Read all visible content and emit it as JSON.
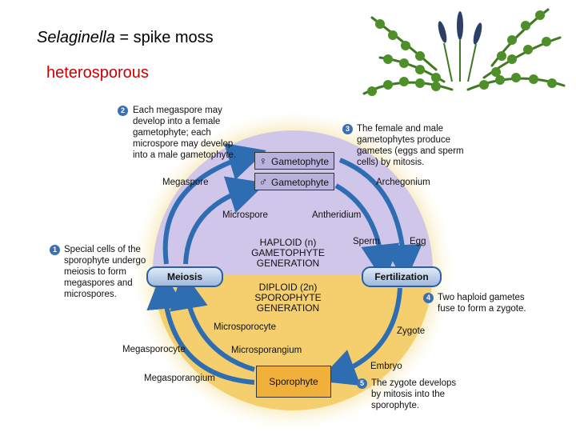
{
  "title": {
    "genus": "Selaginella",
    "rest": " = spike moss"
  },
  "subtitle": "heterosporous",
  "generations": {
    "haploid": [
      "HAPLOID (n)",
      "GAMETOPHYTE",
      "GENERATION"
    ],
    "diploid": [
      "DIPLOID (2n)",
      "SPOROPHYTE",
      "GENERATION"
    ]
  },
  "nodes": {
    "meiosis": "Meiosis",
    "fertilization": "Fertilization",
    "female_gametophyte": "Gametophyte",
    "male_gametophyte": "Gametophyte",
    "female_symbol": "♀",
    "male_symbol": "♂",
    "sporophyte": "Sporophyte"
  },
  "labels": {
    "megaspore": "Megaspore",
    "microspore": "Microspore",
    "antheridium": "Antheridium",
    "archegonium": "Archegonium",
    "sperm": "Sperm",
    "egg": "Egg",
    "zygote": "Zygote",
    "embryo": "Embryo",
    "microsporocyte": "Microsporocyte",
    "megasporocyte": "Megasporocyte",
    "microsporangium": "Microsporangium",
    "megasporangium": "Megasporangium"
  },
  "steps": [
    {
      "num": "1",
      "lines": [
        "Special cells of the",
        "sporophyte undergo",
        "meiosis to form",
        "megaspores and",
        "microspores."
      ]
    },
    {
      "num": "2",
      "lines": [
        "Each megaspore may",
        "develop into a female",
        "gametophyte; each",
        "microspore may develop",
        "into a male gametophyte."
      ]
    },
    {
      "num": "3",
      "lines": [
        "The female and male",
        "gametophytes produce",
        "gametes (eggs and sperm",
        "cells) by mitosis."
      ]
    },
    {
      "num": "4",
      "lines": [
        "Two haploid gametes",
        "fuse to form a zygote."
      ]
    },
    {
      "num": "5",
      "lines": [
        "The zygote develops",
        "by mitosis into the",
        "sporophyte."
      ]
    }
  ],
  "colors": {
    "haploid": "#cfc6ea",
    "diploid": "#f5cf6e",
    "arrow": "#2f6db3",
    "badge": "#3a6fb5"
  }
}
